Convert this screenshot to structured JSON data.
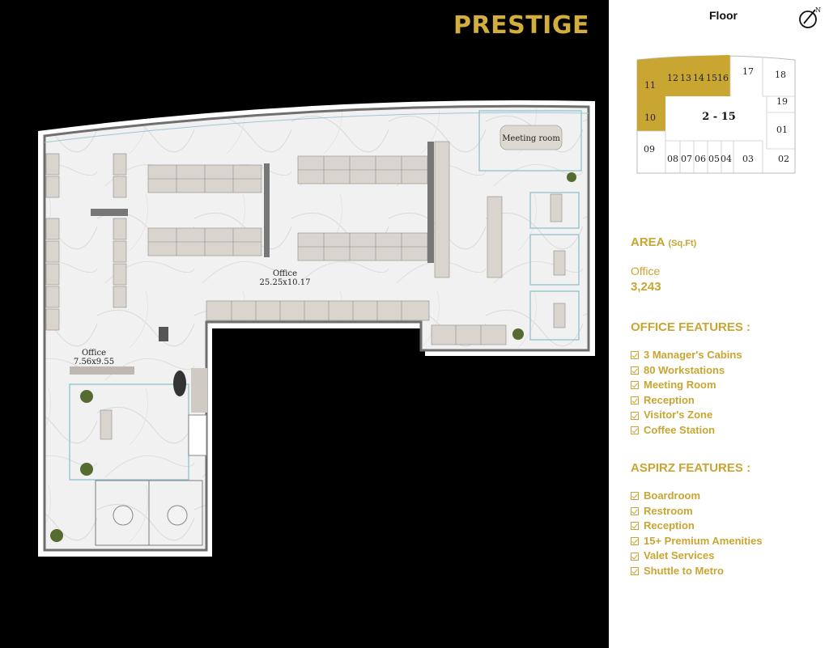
{
  "brand": "PRESTIGE",
  "floor": {
    "title": "Floor",
    "selected_label": "2 - 15",
    "top_units": [
      "11",
      "12",
      "13",
      "14",
      "15",
      "16",
      "17",
      "18",
      "19"
    ],
    "left_units": [
      "10",
      "09"
    ],
    "right_units": [
      "01",
      "02"
    ],
    "bottom_units": [
      "08",
      "07",
      "06",
      "05",
      "04",
      "03"
    ],
    "highlight_color": "#c9a531"
  },
  "plan": {
    "rooms": [
      {
        "name": "Office",
        "size": "25.25x10.17"
      },
      {
        "name": "Office",
        "size": "7.56x9.55"
      },
      {
        "name": "Meeting room",
        "size": ""
      }
    ]
  },
  "area": {
    "heading": "AREA",
    "unit": "(Sq.Ft)",
    "type": "Office",
    "value": "3,243"
  },
  "office_features": {
    "heading": "OFFICE FEATURES :",
    "items": [
      "3 Manager's Cabins",
      "80 Workstations",
      "Meeting  Room",
      "Reception",
      "Visitor's Zone",
      "Coffee Station"
    ]
  },
  "aspirz_features": {
    "heading": "ASPIRZ FEATURES :",
    "items": [
      "Boardroom",
      "Restroom",
      "Reception",
      "15+ Premium Amenities",
      "Valet Services",
      "Shuttle to Metro"
    ]
  },
  "colors": {
    "gold": "#d4ae3c",
    "background": "#000000",
    "panel": "#ffffff"
  }
}
